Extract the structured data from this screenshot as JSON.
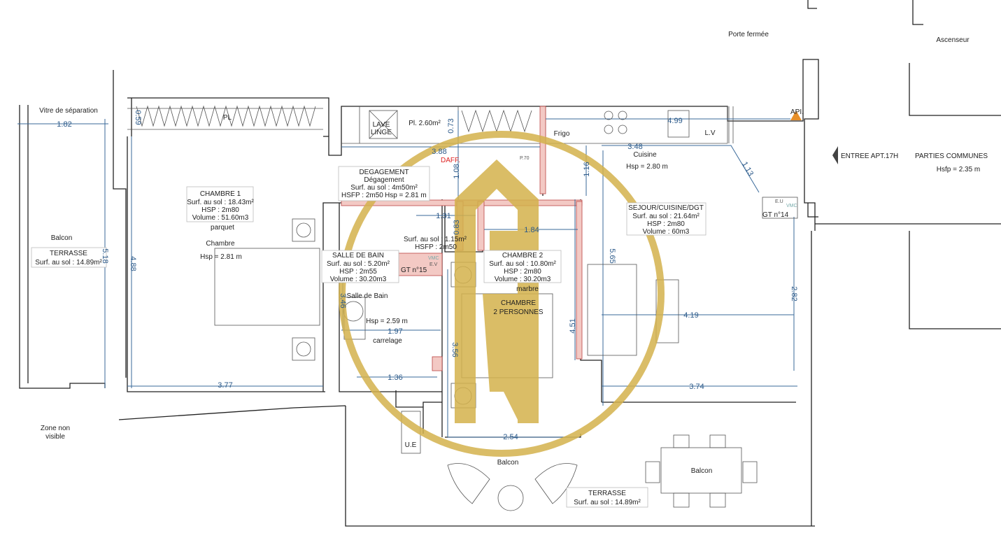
{
  "outside": {
    "porte_fermee": "Porte fermée",
    "ascenseur": "Ascenseur",
    "entree": "ENTREE APT.17H",
    "parties_communes": "PARTIES COMMUNES",
    "parties_hsfp": "Hsfp = 2.35 m",
    "zone_line1": "Zone non",
    "zone_line2": "visible",
    "vitre": "Vitre de séparation"
  },
  "rooms": {
    "chambre1": {
      "title": "CHAMBRE 1",
      "surf": "Surf. au sol  : 18.43m²",
      "hsp": "HSP : 2m80",
      "volume": "Volume : 51.60m3",
      "floor": "parquet",
      "name": "Chambre",
      "hsp2": "Hsp = 2.81 m"
    },
    "degagement": {
      "title": "DEGAGEMENT",
      "overlay": "Dégagement",
      "surf": "Surf. au sol  : 4m50m²",
      "hsfp": "HSFP : 2m50",
      "hsp2": "Hsp = 2.81 m"
    },
    "wc": {
      "surf": "Surf. au sol  : 1.15m²",
      "hsfp": "HSFP : 2m50"
    },
    "salle_de_bain": {
      "title": "SALLE DE BAIN",
      "surf": "Surf. au sol  : 5.20m²",
      "hsp": "HSP : 2m55",
      "volume": "Volume : 30.20m3",
      "name": "Salle de Bain",
      "hsp2": "Hsp = 2.59 m",
      "floor": "carrelage"
    },
    "chambre2": {
      "title": "CHAMBRE 2",
      "surf": "Surf. au sol  : 10.80m²",
      "hsp": "HSP : 2m80",
      "volume": "Volume : 30.20m3",
      "floor": "marbre",
      "name1": "CHAMBRE",
      "name2": "2 PERSONNES"
    },
    "sejour": {
      "title": "SEJOUR/CUISINE/DGT",
      "surf": "Surf. au sol  : 21.64m²",
      "hsp": "HSP : 2m80",
      "volume": "Volume : 60m3"
    },
    "cuisine": {
      "name": "Cuisine",
      "hsp": "Hsp = 2.80 m",
      "frigo": "Frigo",
      "lv": "L.V",
      "api": "API."
    },
    "buanderie": {
      "lave1": "LAVE",
      "lave2": "LINGE",
      "pl": "Pl. 2.60m²",
      "pl_ch1": "PL"
    },
    "balcon_left": {
      "name": "Balcon",
      "title": "TERRASSE",
      "surf": "Surf. au sol  : 14.89m²"
    },
    "balcon_bottom": {
      "name": "Balcon",
      "name2": "Balcon",
      "title": "TERRASSE",
      "surf": "Surf. au sol  : 14.89m²",
      "ue": "U.E"
    }
  },
  "technical": {
    "gt15": "GT n°15",
    "ev": "E.V",
    "vmc": "VMC",
    "gt14": "GT n°14",
    "eu": "E.U",
    "vmc2": "VMC",
    "daff": "DAFF.",
    "p70": "P.70"
  },
  "dimensions": {
    "d182": "1.82",
    "d059": "0.59",
    "d073": "0.73",
    "d499": "4.99",
    "d388": "3.88",
    "d108": "1.08",
    "d116": "1.16",
    "d348": "3.48",
    "d113": "1.13",
    "d488": "4.88",
    "d518": "5.18",
    "d131": "1.31",
    "d083": "0.83",
    "d184": "1.84",
    "d346": "3.46",
    "d197": "1.97",
    "d136": "1.36",
    "d356": "3.56",
    "d451": "4.51",
    "d565": "5.65",
    "d419": "4.19",
    "d282": "2.82",
    "d374": "3.74",
    "d377": "3.77",
    "d254": "2.54"
  },
  "colors": {
    "watermark": "#d4b24c",
    "dimension": "#2c5a8a",
    "daff": "#dd2222",
    "hatch": "#f3c9c4"
  }
}
